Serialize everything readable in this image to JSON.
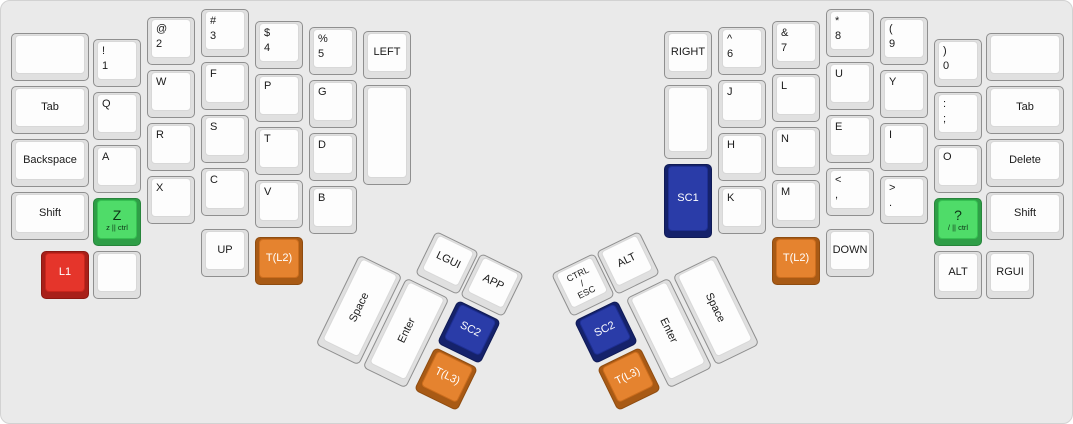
{
  "board": {
    "background": "#eaeaea"
  },
  "colors": {
    "layer_red": "#e5352b",
    "mod_green": "#4fdc69",
    "special_blue": "#2a3ca8",
    "layer_orange": "#e5832f"
  },
  "k": {
    "tab": "Tab",
    "backspace": "Backspace",
    "delete": "Delete",
    "shift": "Shift",
    "left": "LEFT",
    "right": "RIGHT",
    "up": "UP",
    "down": "DOWN",
    "l1": "L1",
    "sc1": "SC1",
    "sc2": "SC2",
    "tl2": "T(L2)",
    "tl3": "T(L3)",
    "lgui": "LGUI",
    "rgui": "RGUI",
    "app": "APP",
    "alt": "ALT",
    "space": "Space",
    "enter": "Enter",
    "ctrl_esc": [
      "CTRL",
      "/",
      "ESC"
    ],
    "z": [
      "Z",
      "z || ctrl"
    ],
    "qm": [
      "?",
      "/ || ctrl"
    ],
    "q": "Q",
    "w": "W",
    "f": "F",
    "p": "P",
    "g": "G",
    "a": "A",
    "r": "R",
    "s": "S",
    "t": "T",
    "d": "D",
    "x": "X",
    "c": "C",
    "v": "V",
    "b": "B",
    "j": "J",
    "l": "L",
    "u": "U",
    "y": "Y",
    "h": "H",
    "n": "N",
    "e": "E",
    "i": "I",
    "o": "O",
    "k": "K",
    "m": "M",
    "n1": [
      "!",
      "1"
    ],
    "n2": [
      "@",
      "2"
    ],
    "n3": [
      "#",
      "3"
    ],
    "n4": [
      "$",
      "4"
    ],
    "n5": [
      "%",
      "5"
    ],
    "n6": [
      "^",
      "6"
    ],
    "n7": [
      "&",
      "7"
    ],
    "n8": [
      "*",
      "8"
    ],
    "n9": [
      "(",
      "9"
    ],
    "n0": [
      ")",
      "0"
    ],
    "semi": [
      ":",
      ";"
    ],
    "comma": [
      "<",
      ","
    ],
    "period": [
      ">",
      "."
    ]
  }
}
